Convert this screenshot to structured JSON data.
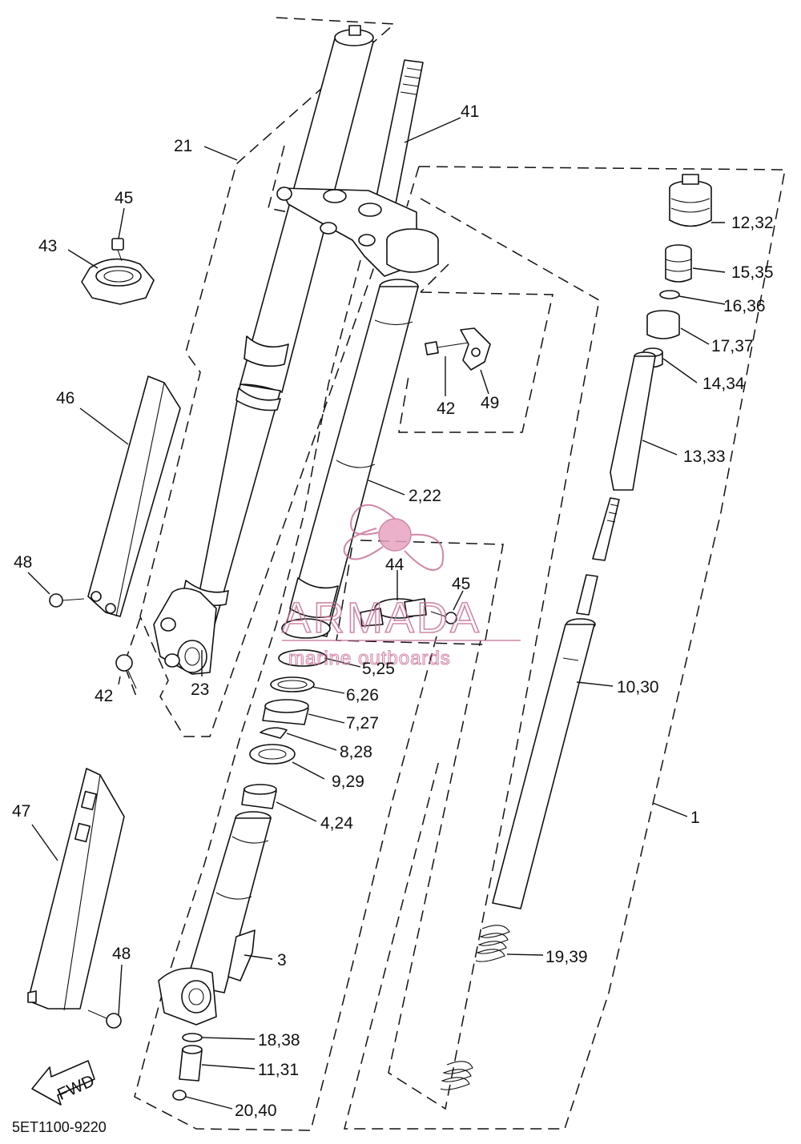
{
  "diagram": {
    "drawing_code": "5ET1100-9220",
    "direction_arrow": "FWD",
    "watermark": {
      "brand": "ARMADA",
      "tagline": "marine outboards"
    },
    "callouts": {
      "c41": "41",
      "c21": "21",
      "c45a": "45",
      "c43": "43",
      "c12": "12,32",
      "c15": "15,35",
      "c16": "16,36",
      "c17": "17,37",
      "c14": "14,34",
      "c13": "13,33",
      "c42a": "42",
      "c49": "49",
      "c46": "46",
      "c2": "2,22",
      "c44": "44",
      "c45b": "45",
      "c48a": "48",
      "c10": "10,30",
      "c42b": "42",
      "c23": "23",
      "c5": "5,25",
      "c6": "6,26",
      "c7": "7,27",
      "c8": "8,28",
      "c9": "9,29",
      "c4": "4,24",
      "c47": "47",
      "c1": "1",
      "c19": "19,39",
      "c3": "3",
      "c48b": "48",
      "c18": "18,38",
      "c11": "11,31",
      "c20": "20,40"
    }
  }
}
